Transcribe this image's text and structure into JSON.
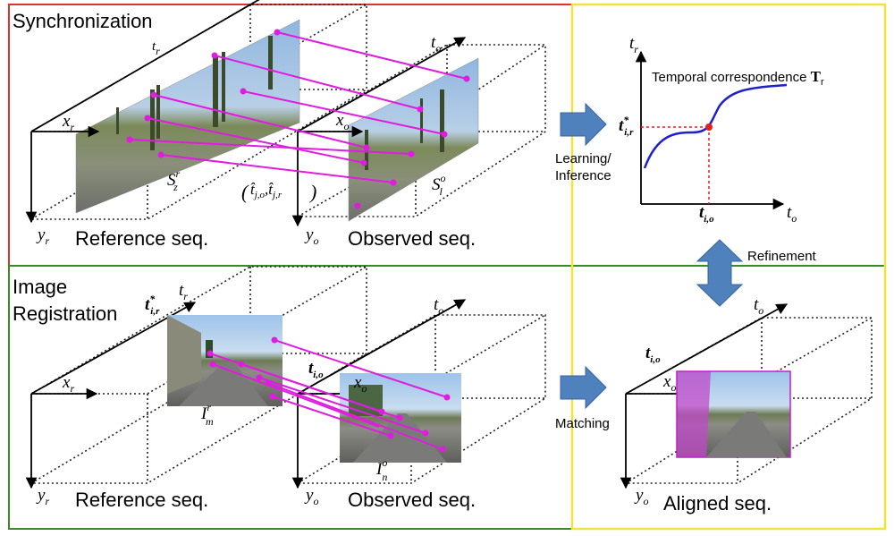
{
  "panels": {
    "sync_title": "Synchronization",
    "reg_title_line1": "Image",
    "reg_title_line2": "Registration"
  },
  "sequences": {
    "reference": "Reference seq.",
    "observed": "Observed seq.",
    "aligned": "Aligned seq."
  },
  "arrows": {
    "learning_line1": "Learning/",
    "learning_line2": "Inference",
    "refinement": "Refinement",
    "matching": "Matching"
  },
  "graph": {
    "title": "Temporal correspondence ",
    "title_symbol": "T",
    "title_sub": "r"
  },
  "symbols": {
    "t": "t",
    "x": "x",
    "y": "y",
    "r": "r",
    "o": "o",
    "S": "S",
    "z": "z",
    "l": "l",
    "I": "I",
    "m": "m",
    "n": "n",
    "star": "*",
    "io": "i,o",
    "ir": "i,r",
    "pair": "(t̂j,o, t̂j,r)",
    "hat_t": "t̂",
    "jo": "j,o",
    "jr": "j,r",
    "comma": ",",
    "lparen": "(",
    "rparen": ")"
  },
  "colors": {
    "sync_border": "#e03030",
    "reg_border": "#3a8a2a",
    "right_border": "#f2e23a",
    "arrow_fill": "#4f81bd",
    "correspondence": "#e01ce0",
    "curve": "#1f1fcf",
    "marker": "#e02020"
  }
}
